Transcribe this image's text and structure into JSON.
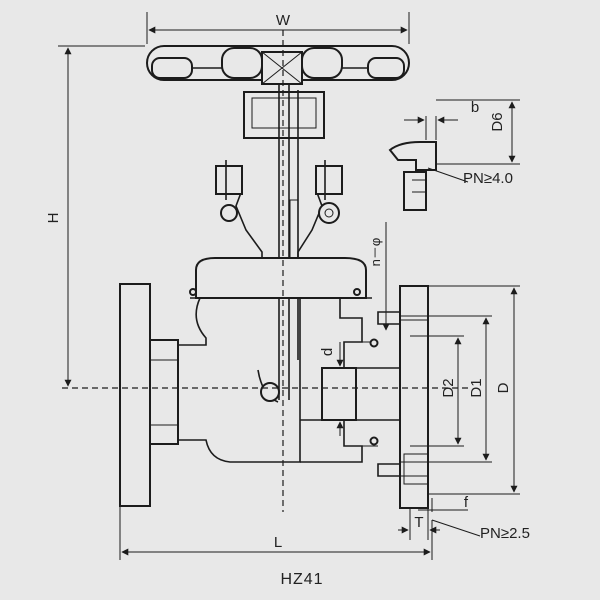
{
  "drawing": {
    "model": "HZ41",
    "dimensions": {
      "W": "W",
      "H": "H",
      "L": "L",
      "D": "D",
      "D1": "D1",
      "D2": "D2",
      "d": "d",
      "b": "b",
      "D6": "D6",
      "f": "f",
      "T": "T",
      "n_phi": "n－φ"
    },
    "notes": {
      "pn_high": "PN≥4.0",
      "pn_low": "PN≥2.5"
    }
  }
}
